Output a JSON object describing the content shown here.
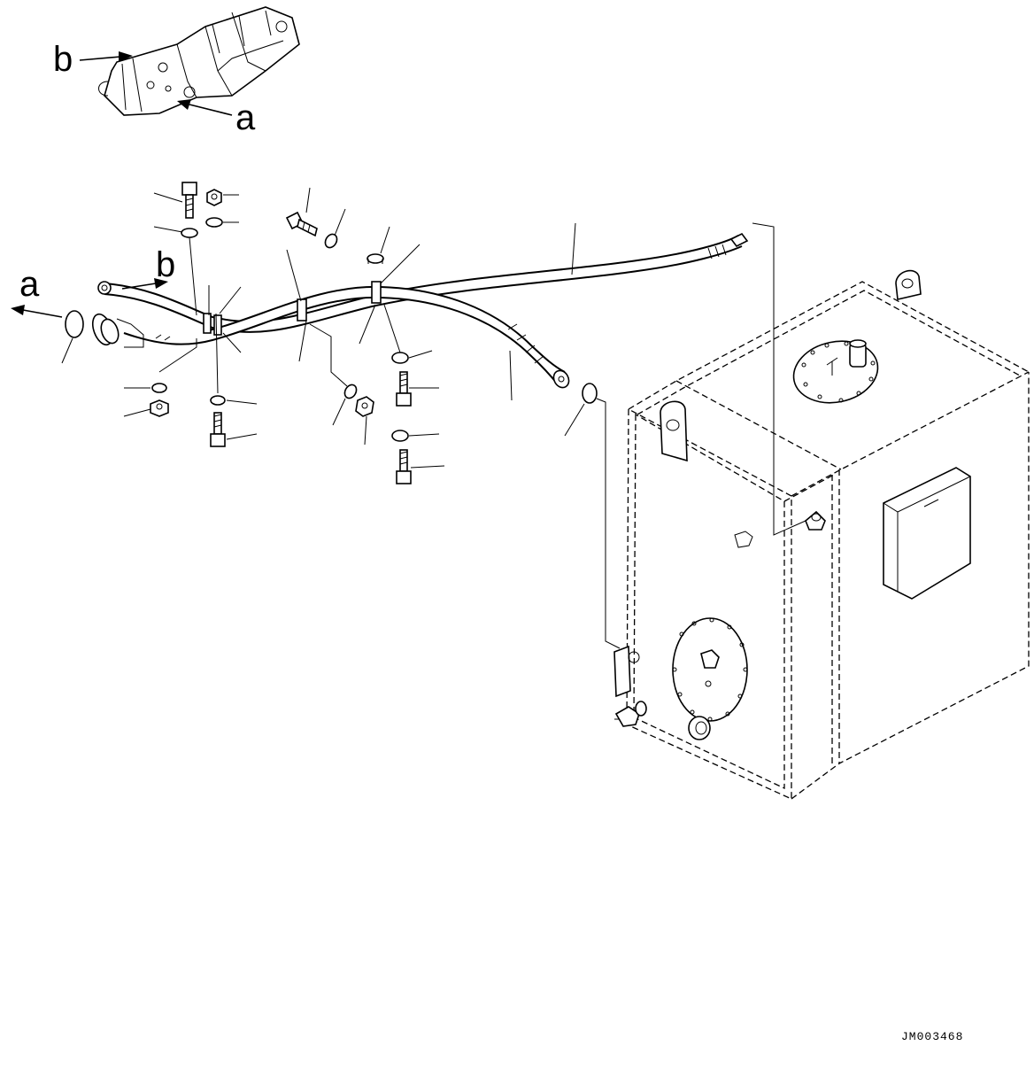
{
  "labels": {
    "a_top": "a",
    "b_top": "b",
    "a_left": "a",
    "b_left": "b"
  },
  "drawing_code": "JM003468"
}
